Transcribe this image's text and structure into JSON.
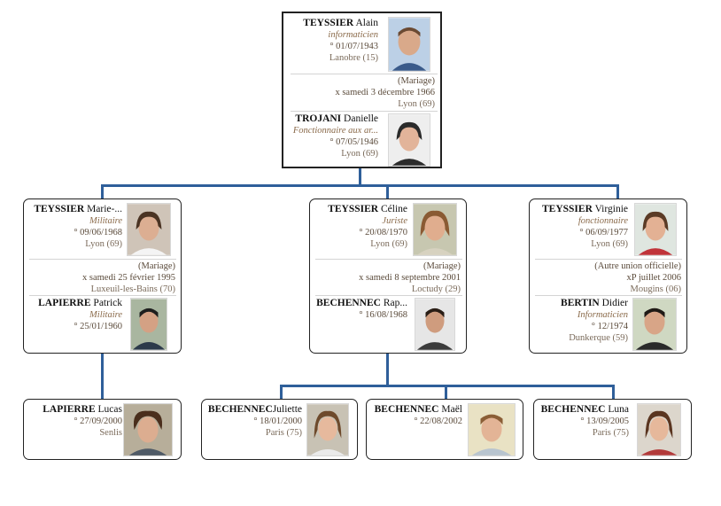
{
  "root": {
    "husband": {
      "surname": "TEYSSIER",
      "given": "Alain",
      "job": "informaticien",
      "birth": "° 01/07/1943",
      "place": "Lanobre (15)",
      "icon": "portrait-photo"
    },
    "marriage": {
      "label": "(Mariage)",
      "date": "x samedi 3 décembre 1966",
      "place": "Lyon (69)"
    },
    "wife": {
      "surname": "TROJANI",
      "given": "Danielle",
      "job": "Fonctionnaire aux ar...",
      "birth": "° 07/05/1946",
      "place": "Lyon (69)",
      "icon": "portrait-photo"
    }
  },
  "children": [
    {
      "person": {
        "surname": "TEYSSIER",
        "given": "Marie-...",
        "job": "Militaire",
        "birth": "° 09/06/1968",
        "place": "Lyon (69)"
      },
      "union": {
        "label": "(Mariage)",
        "date": "x samedi 25 février 1995",
        "place": "Luxeuil-les-Bains (70)"
      },
      "spouse": {
        "surname": "LAPIERRE",
        "given": "Patrick",
        "job": "Militaire",
        "birth": "° 25/01/1960",
        "place": ""
      }
    },
    {
      "person": {
        "surname": "TEYSSIER",
        "given": "Céline",
        "job": "Juriste",
        "birth": "° 20/08/1970",
        "place": "Lyon (69)"
      },
      "union": {
        "label": "(Mariage)",
        "date": "x samedi 8 septembre 2001",
        "place": "Loctudy (29)"
      },
      "spouse": {
        "surname": "BECHENNEC",
        "given": "Rap...",
        "job": "",
        "birth": "° 16/08/1968",
        "place": ""
      }
    },
    {
      "person": {
        "surname": "TEYSSIER",
        "given": "Virginie",
        "job": "fonctionnaire",
        "birth": "° 06/09/1977",
        "place": "Lyon (69)"
      },
      "union": {
        "label": "(Autre union officielle)",
        "date": "xP juillet 2006",
        "place": "Mougins (06)"
      },
      "spouse": {
        "surname": "BERTIN",
        "given": "Didier",
        "job": "Informaticien",
        "birth": "° 12/1974",
        "place": "Dunkerque (59)"
      }
    }
  ],
  "grandchildren": [
    {
      "surname": "LAPIERRE",
      "given": "Lucas",
      "birth": "° 27/09/2000",
      "place": "Senlis"
    },
    {
      "surname": "BECHENNEC",
      "given": "Juliette",
      "birth": "° 18/01/2000",
      "place": "Paris (75)"
    },
    {
      "surname": "BECHENNEC",
      "given": "Maël",
      "birth": "° 22/08/2002",
      "place": ""
    },
    {
      "surname": "BECHENNEC",
      "given": "Luna",
      "birth": "° 13/09/2005",
      "place": "Paris (75)"
    }
  ],
  "colors": {
    "connector": "#2f5f9a",
    "border": "#222222",
    "surname": "#111111",
    "text": "#5a4a3a"
  }
}
